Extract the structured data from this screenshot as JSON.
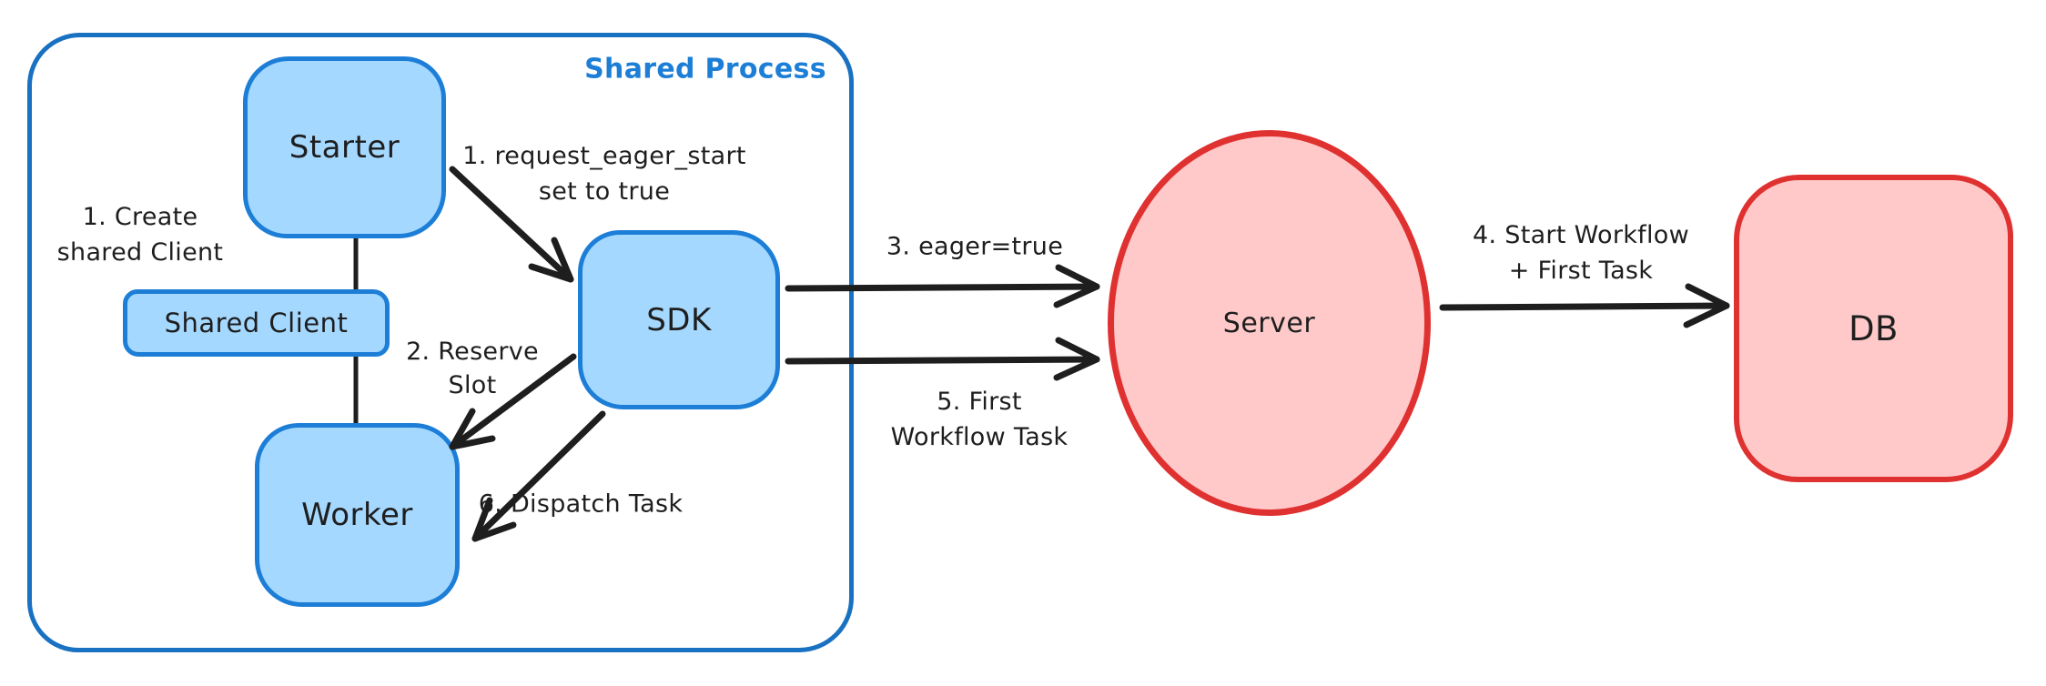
{
  "container": {
    "label": "Shared Process"
  },
  "nodes": {
    "starter": {
      "label": "Starter"
    },
    "shared_client": {
      "label": "Shared Client"
    },
    "worker": {
      "label": "Worker"
    },
    "sdk": {
      "label": "SDK"
    },
    "server": {
      "label": "Server"
    },
    "db": {
      "label": "DB"
    }
  },
  "annotations": {
    "create_shared_client": {
      "line1": "1. Create",
      "line2": "shared Client"
    },
    "request_eager_start": {
      "line1": "1. request_eager_start",
      "line2": "set to true"
    },
    "reserve_slot": {
      "line1": "2. Reserve",
      "line2": "Slot"
    },
    "eager_true": {
      "text": "3. eager=true"
    },
    "start_workflow": {
      "line1": "4. Start Workflow",
      "line2": "+ First Task"
    },
    "first_workflow_task": {
      "line1": "5. First",
      "line2": "Workflow Task"
    },
    "dispatch_task": {
      "text": "6. Dispatch Task"
    }
  },
  "colors": {
    "blue_stroke": "#1c7ed6",
    "container_stroke": "#1971c2",
    "blue_fill": "#a5d8ff",
    "red_stroke": "#e03131",
    "red_fill": "#ffc9c9",
    "ink": "#1e1e1e",
    "background": "#ffffff"
  }
}
